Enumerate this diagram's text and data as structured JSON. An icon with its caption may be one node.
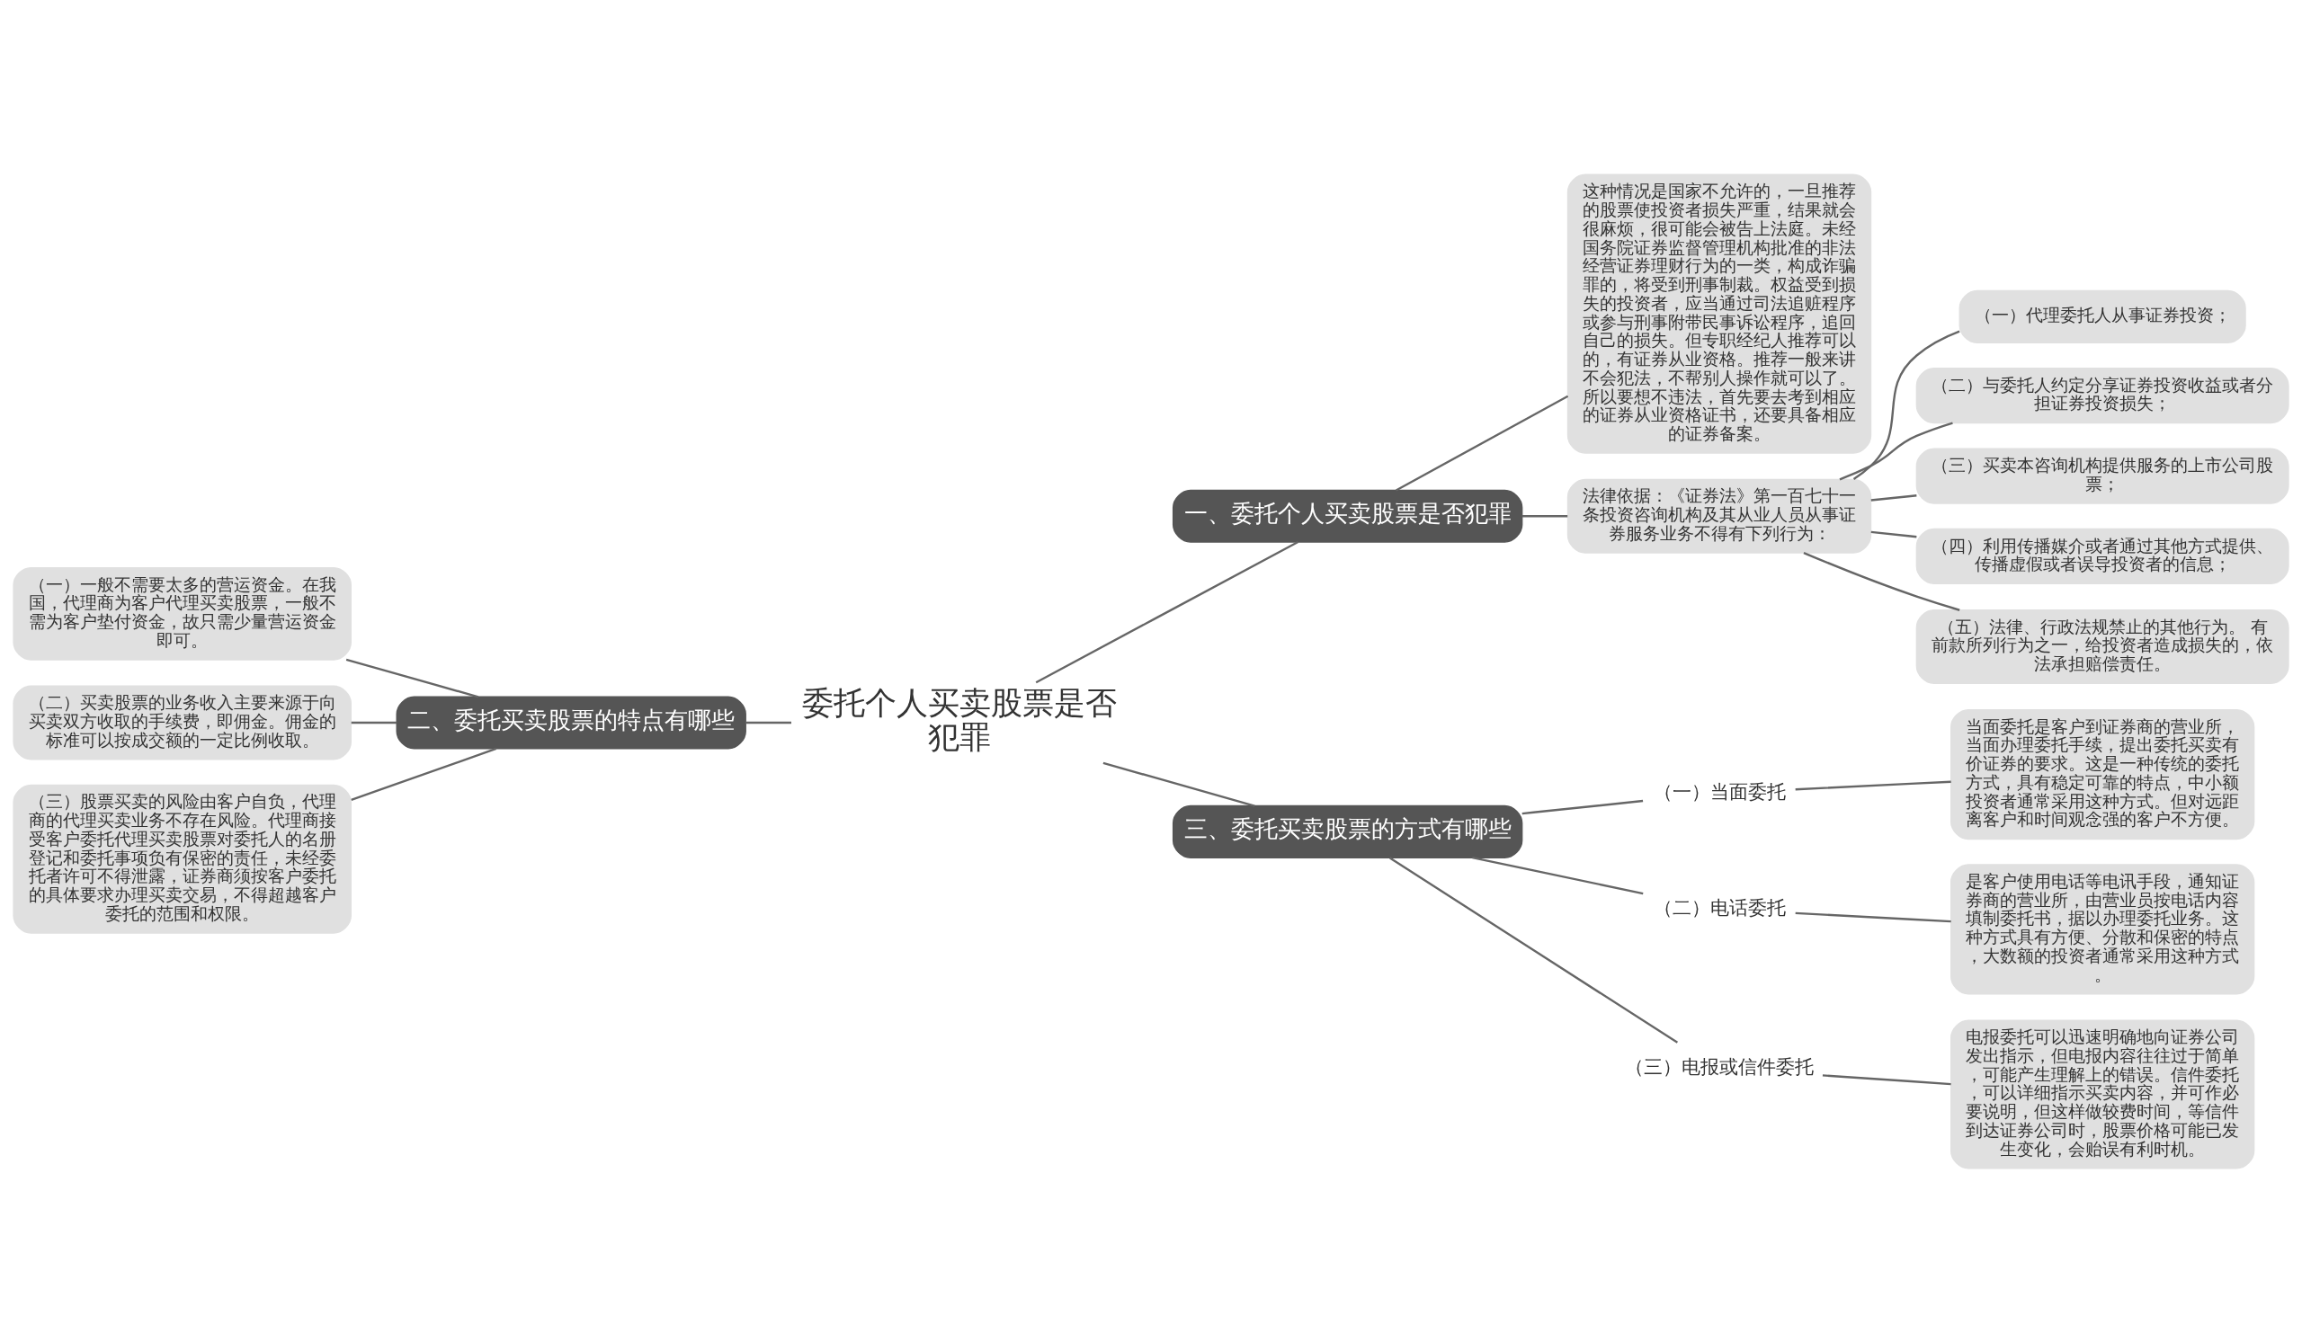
{
  "diagram": {
    "nodes": [
      {
        "text": [
          "委托个人买卖股票是否犯罪"
        ]
      },
      {
        "text": [
          "一、委托个人买卖股票是否犯罪"
        ]
      },
      {
        "text": [
          "这种情况是国家不允许的，一旦推荐的股票使投资者损失严重，结果就会很麻烦，很可能会被告上法庭。未经国务院证券监督管理机构批准的非法经营证券理财行为的一类，构成诈骗罪的，将受到刑事制裁。权益受到损失的投资者，应当通过司法追赃程序或参与刑事附带民事诉讼程序，追回自己的损失。但专职经纪人推荐可以的，有证券从业资格。推荐一般来讲不会犯法，不帮别人操作就可以了。所以要想不违法，首先要去考到相应的证券从业资格证书，还要具备相应的证券备案。"
        ]
      },
      {
        "text": [
          "法律依据：《证券法》第一百七十一条投资咨询机构及其从业人员从事证券服务业务不得有下列行为："
        ]
      },
      {
        "text": [
          "（一）代理委托人从事证券投资；"
        ]
      },
      {
        "text": [
          "（二）与委托人约定分享证券投资收益或者分担证券投资损失；"
        ]
      },
      {
        "text": [
          "（三）买卖本咨询机构提供服务的上市公司股票；"
        ]
      },
      {
        "text": [
          "（四）利用传播媒介或者通过其他方式提供、传播虚假或者误导投资者的信息；"
        ]
      },
      {
        "text": [
          "（五）法律、行政法规禁止的其他行为。 有前款所列行为之一，给投资者造成损失的，依法承担赔偿责任。"
        ]
      },
      {
        "text": [
          "二、委托买卖股票的特点有哪些"
        ]
      },
      {
        "text": [
          "（一）一般不需要太多的营运资金。在我国，代理商为客户代理买卖股票，一般不需为客户垫付资金，故只需少量营运资金即可。"
        ]
      },
      {
        "text": [
          "（二）买卖股票的业务收入主要来源于向买卖双方收取的手续费，即佣金。佣金的标准可以按成交额的一定比例收取。"
        ]
      },
      {
        "text": [
          "（三）股票买卖的风险由客户自负，代理商的代理买卖业务不存在风险。代理商接受客户委托代理买卖股票对委托人的名册登记和委托事项负有保密的责任，未经委托者许可不得泄露，证券商须按客户委托的具体要求办理买卖交易，不得超越客户委托的范围和权限。"
        ]
      },
      {
        "text": [
          "三、委托买卖股票的方式有哪些"
        ]
      },
      {
        "text": [
          "（一）当面委托"
        ]
      },
      {
        "text": [
          "当面委托是客户到证券商的营业所，当面办理委托手续，提出委托买卖有价证券的要求。这是一种传统的委托方式，具有稳定可靠的特点，中小额投资者通常采用这种方式。但对远距离客户和时间观念强的客户不方便。"
        ]
      },
      {
        "text": [
          "（二）电话委托"
        ]
      },
      {
        "text": [
          "是客户使用电话等电讯手段，通知证券商的营业所，由营业员按电话内容填制委托书，据以办理委托业务。这种方式具有方便、分散和保密的特点，大数额的投资者通常采用这种方式。"
        ]
      },
      {
        "text": [
          "（三）电报或信件委托"
        ]
      },
      {
        "text": [
          "电报委托可以迅速明确地向证券公司发出指示，但电报内容往往过于简单，可能产生理解上的错误。信件委托，可以详细指示买卖内容，并可作必要说明，但这样做较费时间，等信件到达证券公司时，股票价格可能已发生变化，会贻误有利时机。"
        ]
      }
    ],
    "edges": [
      {
        "from": 0,
        "to": 1,
        "arrow": "none"
      },
      {
        "from": 1,
        "to": 2,
        "arrow": "none"
      },
      {
        "from": 1,
        "to": 3,
        "arrow": "none"
      },
      {
        "from": 3,
        "to": 4,
        "arrow": "none"
      },
      {
        "from": 3,
        "to": 5,
        "arrow": "none"
      },
      {
        "from": 3,
        "to": 6,
        "arrow": "none"
      },
      {
        "from": 3,
        "to": 7,
        "arrow": "none"
      },
      {
        "from": 3,
        "to": 8,
        "arrow": "none"
      },
      {
        "from": 0,
        "to": 9,
        "arrow": "none"
      },
      {
        "from": 9,
        "to": 10,
        "arrow": "none"
      },
      {
        "from": 9,
        "to": 11,
        "arrow": "none"
      },
      {
        "from": 9,
        "to": 12,
        "arrow": "none"
      },
      {
        "from": 0,
        "to": 13,
        "arrow": "none"
      },
      {
        "from": 13,
        "to": 14,
        "arrow": "none"
      },
      {
        "from": 14,
        "to": 15,
        "arrow": "none"
      },
      {
        "from": 13,
        "to": 16,
        "arrow": "none"
      },
      {
        "from": 16,
        "to": 17,
        "arrow": "none"
      },
      {
        "from": 13,
        "to": 18,
        "arrow": "none"
      },
      {
        "from": 18,
        "to": 19,
        "arrow": "none"
      }
    ]
  }
}
